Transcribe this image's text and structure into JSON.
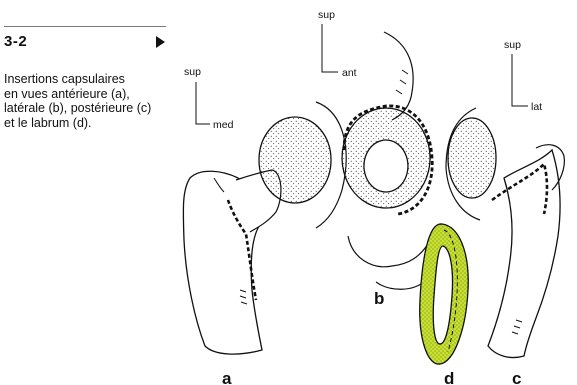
{
  "figure": {
    "number": "3-2",
    "caption_lines": [
      "Insertions capsulaires",
      "en vues antérieure (a),",
      "latérale (b), postérieure (c)",
      "et le labrum (d)."
    ]
  },
  "views": {
    "a": {
      "letter": "a",
      "axis_up": "sup",
      "axis_side": "med"
    },
    "b": {
      "letter": "b",
      "axis_up": "sup",
      "axis_side": "ant"
    },
    "c": {
      "letter": "c",
      "axis_up": "sup",
      "axis_side": "lat"
    },
    "d": {
      "letter": "d"
    }
  },
  "colors": {
    "ink": "#111111",
    "labrum": "#c8e032",
    "rule": "#7a7a7a"
  }
}
